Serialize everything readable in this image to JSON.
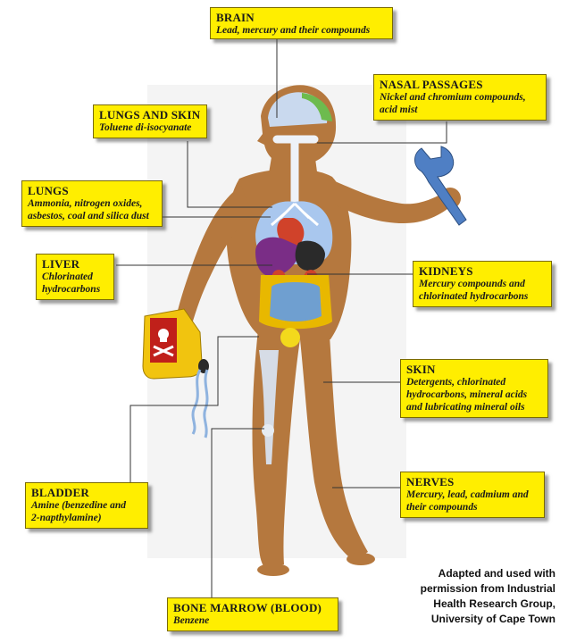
{
  "boxes": {
    "brain": {
      "title": "BRAIN",
      "body": [
        "Lead, mercury and their compounds"
      ]
    },
    "nasal": {
      "title": "NASAL PASSAGES",
      "body": [
        "Nickel and chromium compounds,",
        "acid mist"
      ]
    },
    "lungs_skin": {
      "title": "LUNGS AND SKIN",
      "body": [
        "Toluene di-isocyanate"
      ]
    },
    "lungs": {
      "title": "LUNGS",
      "body": [
        "Ammonia, nitrogen oxides,",
        "asbestos, coal and silica dust"
      ]
    },
    "liver": {
      "title": "LIVER",
      "body": [
        "Chlorinated",
        "hydrocarbons"
      ]
    },
    "kidneys": {
      "title": "KIDNEYS",
      "body": [
        "Mercury compounds and",
        "chlorinated  hydrocarbons"
      ]
    },
    "skin": {
      "title": "SKIN",
      "body": [
        "Detergents, chlorinated",
        "hydrocarbons, mineral acids",
        "and lubricating mineral oils"
      ]
    },
    "nerves": {
      "title": "NERVES",
      "body": [
        "Mercury, lead, cadmium and",
        "their compounds"
      ]
    },
    "bladder": {
      "title": "BLADDER",
      "body": [
        "Amine (benzedine and",
        "2-napthylamine)"
      ]
    },
    "bone_marrow": {
      "title": "BONE MARROW (BLOOD)",
      "body": [
        "Benzene"
      ]
    }
  },
  "credit": [
    "Adapted and used with",
    "permission from  Industrial",
    "Health Research Group,",
    "University of Cape Town"
  ],
  "colors": {
    "box_fill": "#ffee00",
    "body_skin": "#b5783e",
    "lungs": "#a9c7ee",
    "liver": "#7a2d86",
    "kidney": "#d0422a",
    "stomach": "#e8b800",
    "intestine": "#6f9fd0",
    "bone": "#d6dce6",
    "canister": "#f1c40f",
    "wrench": "#4f7fc4"
  },
  "icons": [
    "wrench-icon",
    "skull-crossbones-icon"
  ]
}
